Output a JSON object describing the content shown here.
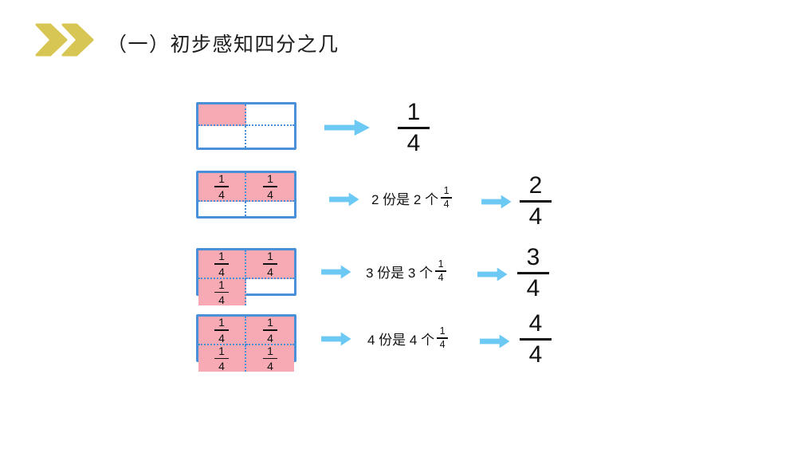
{
  "colors": {
    "pink": "#f7aab3",
    "grid_blue": "#4a90d8",
    "arrow_blue": "#6bc9f3",
    "chevron_gold": "#d7c653",
    "ink": "#111111"
  },
  "header": {
    "title": "（一）初步感知四分之几"
  },
  "rows": [
    {
      "cells": [
        {
          "shaded": true,
          "label": null
        },
        {
          "shaded": false,
          "label": null
        },
        {
          "shaded": false,
          "label": null
        },
        {
          "shaded": false,
          "label": null
        }
      ],
      "result": {
        "numerator": "1",
        "denominator": "4"
      }
    },
    {
      "cells": [
        {
          "shaded": true,
          "label": {
            "numerator": "1",
            "denominator": "4"
          }
        },
        {
          "shaded": true,
          "label": {
            "numerator": "1",
            "denominator": "4"
          }
        },
        {
          "shaded": false,
          "label": null
        },
        {
          "shaded": false,
          "label": null
        }
      ],
      "phrase": {
        "prefix": "2 份是 2 个",
        "fraction": {
          "numerator": "1",
          "denominator": "4"
        }
      },
      "result": {
        "numerator": "2",
        "denominator": "4"
      }
    },
    {
      "cells": [
        {
          "shaded": true,
          "label": {
            "numerator": "1",
            "denominator": "4"
          }
        },
        {
          "shaded": true,
          "label": {
            "numerator": "1",
            "denominator": "4"
          }
        },
        {
          "shaded": true,
          "label": {
            "numerator": "1",
            "denominator": "4"
          }
        },
        {
          "shaded": false,
          "label": null
        }
      ],
      "phrase": {
        "prefix": "3 份是 3 个",
        "fraction": {
          "numerator": "1",
          "denominator": "4"
        }
      },
      "result": {
        "numerator": "3",
        "denominator": "4"
      }
    },
    {
      "cells": [
        {
          "shaded": true,
          "label": {
            "numerator": "1",
            "denominator": "4"
          }
        },
        {
          "shaded": true,
          "label": {
            "numerator": "1",
            "denominator": "4"
          }
        },
        {
          "shaded": true,
          "label": {
            "numerator": "1",
            "denominator": "4"
          }
        },
        {
          "shaded": true,
          "label": {
            "numerator": "1",
            "denominator": "4"
          }
        }
      ],
      "phrase": {
        "prefix": "4 份是 4 个",
        "fraction": {
          "numerator": "1",
          "denominator": "4"
        }
      },
      "result": {
        "numerator": "4",
        "denominator": "4"
      }
    }
  ]
}
